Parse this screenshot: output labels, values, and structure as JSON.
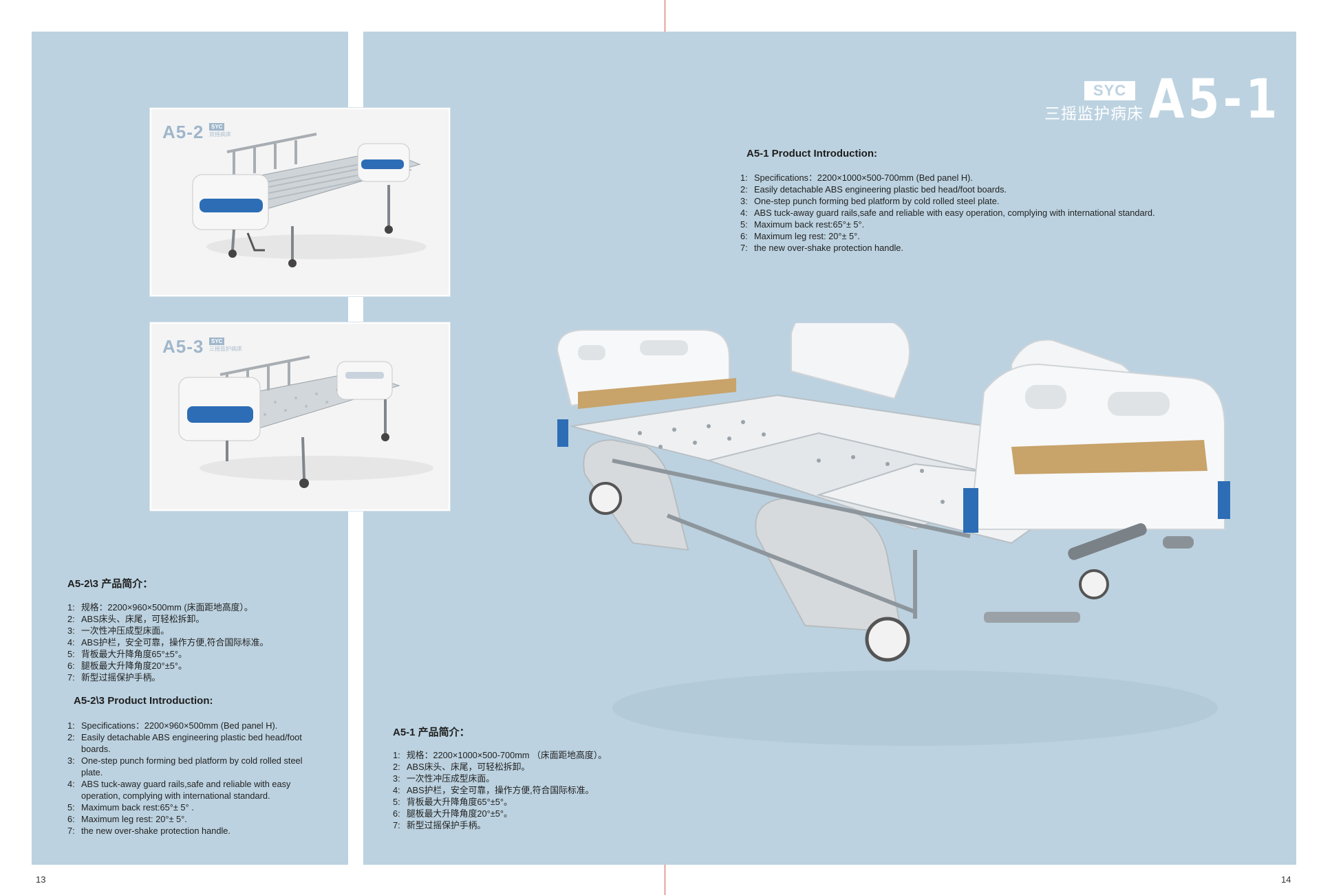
{
  "header": {
    "badge": "SYC",
    "cn_name": "三摇监护病床",
    "model": "A5-1"
  },
  "thumbnails": [
    {
      "model": "A5-2",
      "badge": "SYC",
      "sub": "双摇病床"
    },
    {
      "model": "A5-3",
      "badge": "SYC",
      "sub": "三摇监护病床"
    }
  ],
  "left_cn": {
    "title": "A5-2\\3 产品简介：",
    "items": [
      {
        "num": "1:",
        "text": "规格：2200×960×500mm (床面距地高度）。"
      },
      {
        "num": "2:",
        "text": "ABS床头、床尾，可轻松拆卸。"
      },
      {
        "num": "3:",
        "text": "一次性冲压成型床面。"
      },
      {
        "num": "4:",
        "text": "ABS护栏，安全可靠，操作方便,符合国际标准。"
      },
      {
        "num": "5:",
        "text": "背板最大升降角度65°±5°。"
      },
      {
        "num": "6:",
        "text": "腿板最大升降角度20°±5°。"
      },
      {
        "num": "7:",
        "text": "新型过摇保护手柄。"
      }
    ]
  },
  "left_en": {
    "title": "A5-2\\3 Product Introduction:",
    "items": [
      {
        "num": "1:",
        "text": "Specifications：2200×960×500mm (Bed panel H)."
      },
      {
        "num": "2:",
        "text": "Easily detachable ABS engineering plastic bed head/foot boards."
      },
      {
        "num": "3:",
        "text": "One-step punch forming bed platform by cold rolled steel plate."
      },
      {
        "num": "4:",
        "text": "ABS tuck-away guard rails,safe and reliable with easy operation, complying with international standard."
      },
      {
        "num": "5:",
        "text": "Maximum back rest:65°± 5° ."
      },
      {
        "num": "6:",
        "text": "Maximum leg rest: 20°± 5°."
      },
      {
        "num": "7:",
        "text": "the new over-shake protection handle."
      }
    ]
  },
  "right_en": {
    "title": "A5-1 Product Introduction:",
    "items": [
      {
        "num": "1:",
        "text": "Specifications：2200×1000×500-700mm (Bed panel H)."
      },
      {
        "num": "2:",
        "text": "Easily detachable ABS engineering plastic bed head/foot boards."
      },
      {
        "num": "3:",
        "text": "One-step punch forming bed platform by cold rolled steel plate."
      },
      {
        "num": "4:",
        "text": "ABS tuck-away guard rails,safe and reliable with easy operation, complying with international standard."
      },
      {
        "num": "5:",
        "text": "Maximum back rest:65°± 5°."
      },
      {
        "num": "6:",
        "text": "Maximum leg rest: 20°± 5°."
      },
      {
        "num": "7:",
        "text": "the new over-shake protection handle."
      }
    ]
  },
  "right_cn": {
    "title": "A5-1 产品简介：",
    "items": [
      {
        "num": "1:",
        "text": "规格：2200×1000×500-700mm （床面距地高度）。"
      },
      {
        "num": "2:",
        "text": "ABS床头、床尾，可轻松拆卸。"
      },
      {
        "num": "3:",
        "text": "一次性冲压成型床面。"
      },
      {
        "num": "4:",
        "text": "ABS护栏，安全可靠，操作方便,符合国际标准。"
      },
      {
        "num": "5:",
        "text": "背板最大升降角度65°±5°。"
      },
      {
        "num": "6:",
        "text": "腿板最大升降角度20°±5°。"
      },
      {
        "num": "7:",
        "text": "新型过摇保护手柄。"
      }
    ]
  },
  "pages": {
    "left": "13",
    "right": "14"
  },
  "colors": {
    "panel": "#bcd2e0",
    "accent_blue": "#2d6db5",
    "panel_tan": "#c8a36a"
  }
}
